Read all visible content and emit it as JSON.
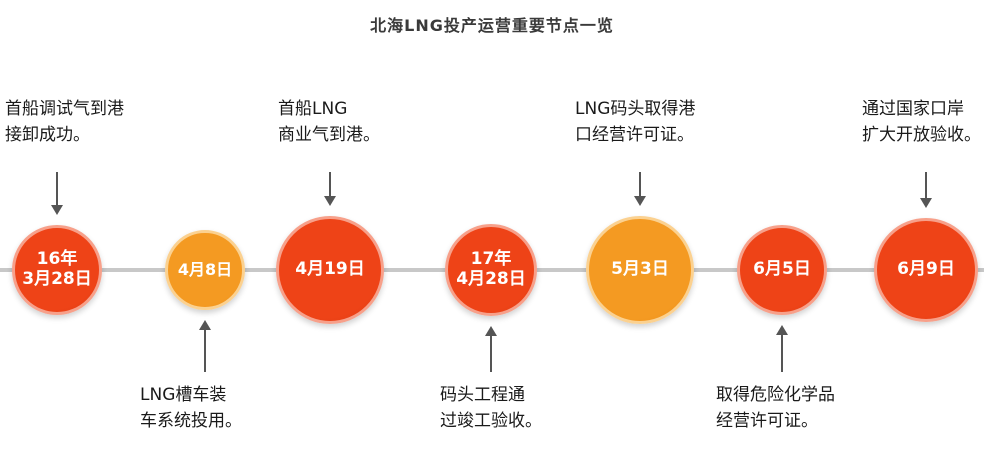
{
  "title": "北海LNG投产运营重要节点一览",
  "colors": {
    "red": "#ee4317",
    "orange": "#f49a22",
    "line": "#c8c8c8",
    "text": "#1a1a1a"
  },
  "milestones": [
    {
      "date_lines": [
        "16年",
        "3月28日"
      ],
      "color": "red",
      "label_lines": [
        "首船调试气到港",
        "接卸成功。"
      ],
      "label_position": "above"
    },
    {
      "date_lines": [
        "4月8日"
      ],
      "color": "orange",
      "label_lines": [
        "LNG槽车装",
        "车系统投用。"
      ],
      "label_position": "below"
    },
    {
      "date_lines": [
        "4月19日"
      ],
      "color": "red",
      "label_lines": [
        "首船LNG",
        "商业气到港。"
      ],
      "label_position": "above"
    },
    {
      "date_lines": [
        "17年",
        "4月28日"
      ],
      "color": "red",
      "label_lines": [
        "码头工程通",
        "过竣工验收。"
      ],
      "label_position": "below"
    },
    {
      "date_lines": [
        "5月3日"
      ],
      "color": "orange",
      "label_lines": [
        "LNG码头取得港",
        "口经营许可证。"
      ],
      "label_position": "above"
    },
    {
      "date_lines": [
        "6月5日"
      ],
      "color": "red",
      "label_lines": [
        "取得危险化学品",
        "经营许可证。"
      ],
      "label_position": "below"
    },
    {
      "date_lines": [
        "6月9日"
      ],
      "color": "red",
      "label_lines": [
        "通过国家口岸",
        "扩大开放验收。"
      ],
      "label_position": "above"
    }
  ]
}
